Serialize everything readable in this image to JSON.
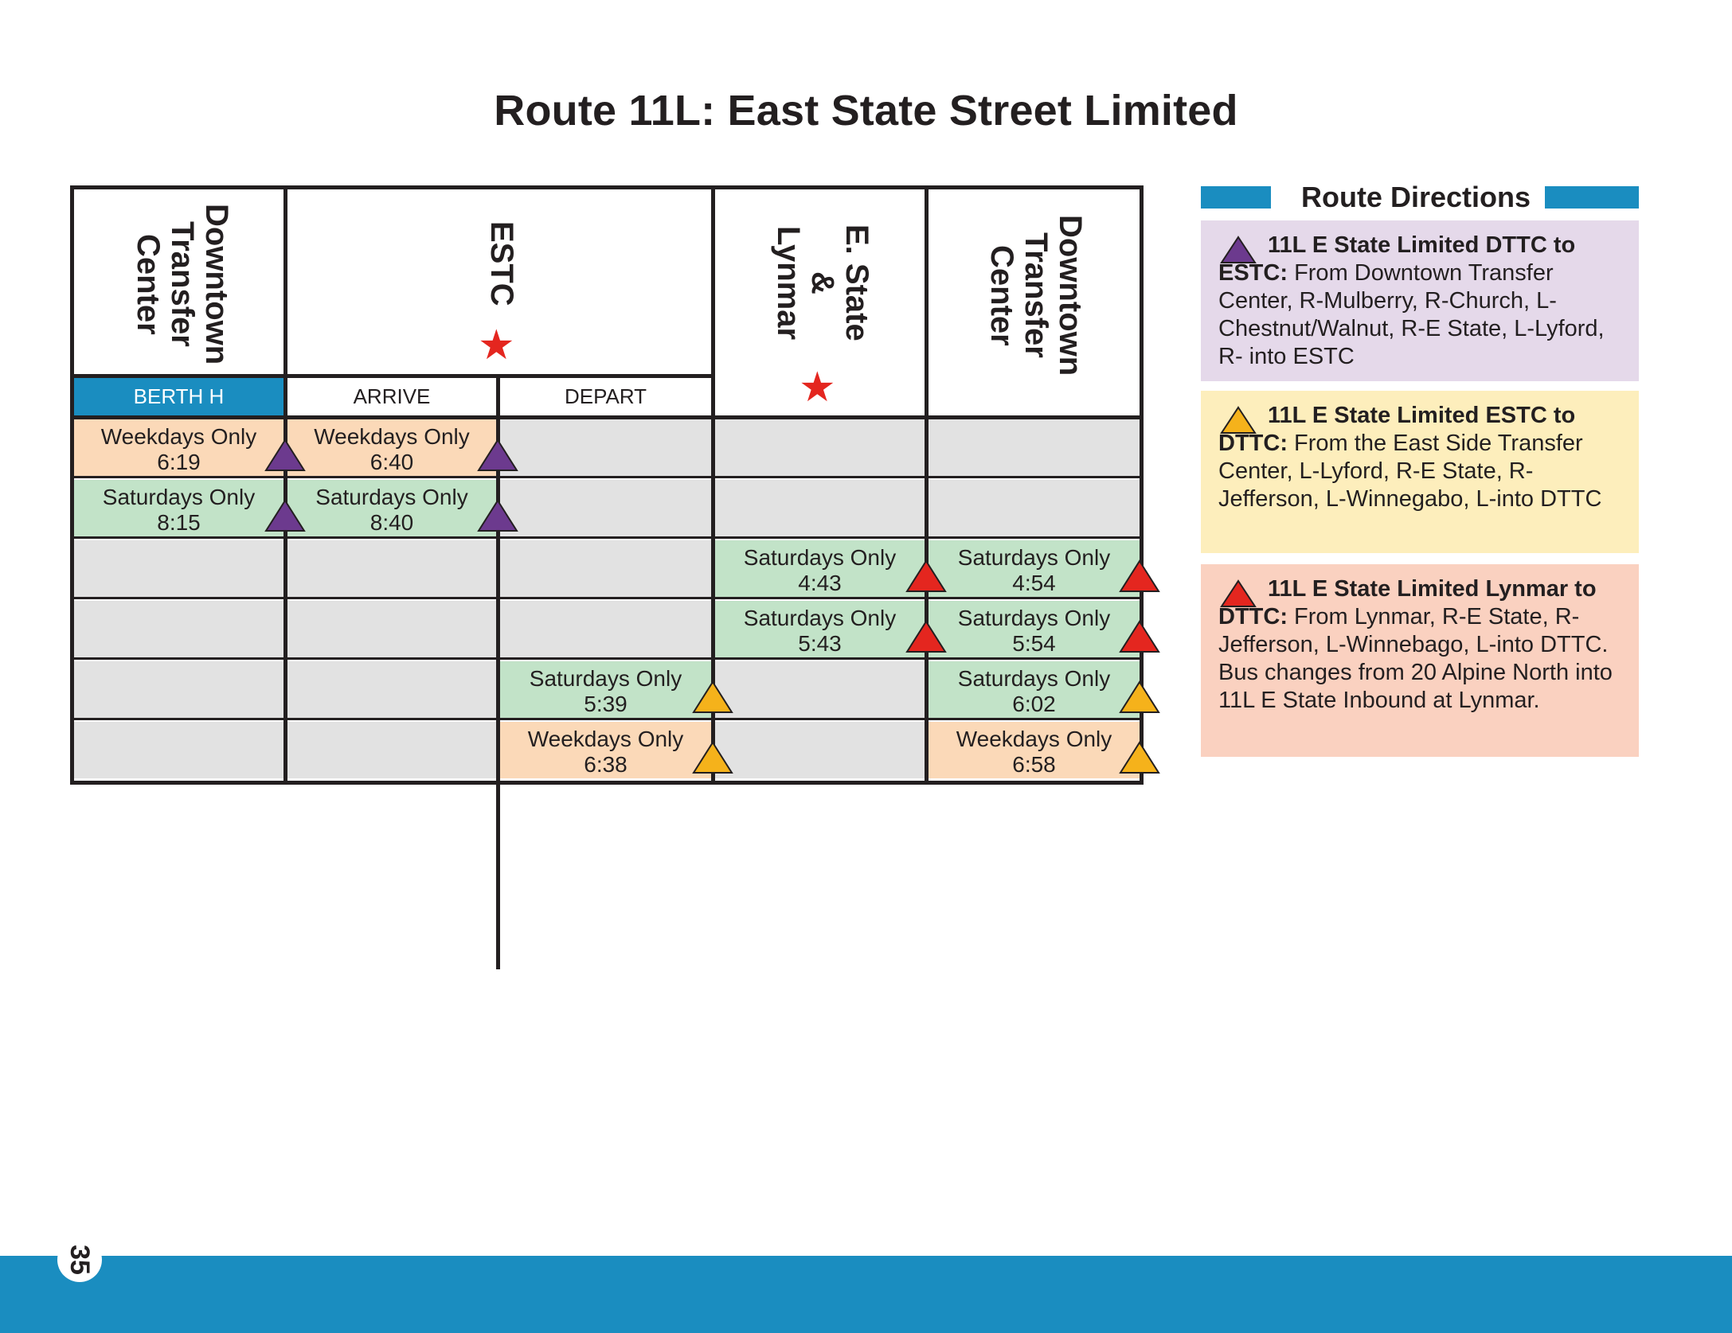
{
  "title": "Route 11L:  East State Street Limited",
  "colors": {
    "blue": "#1a8dc0",
    "purple": "#6c3a8e",
    "yellow": "#f5b21b",
    "red": "#e4261f",
    "grey_cell": "#e2e2e2",
    "peach_cell": "#fbd9b8",
    "green_cell": "#c2e3c8"
  },
  "timetable": {
    "columns": [
      {
        "label": "Downtown\nTransfer\nCenter",
        "sublabel": "BERTH H"
      },
      {
        "label": "ESTC",
        "sublabels": [
          "ARRIVE",
          "DEPART"
        ],
        "timepoint_icon": "red-star-icon"
      },
      {
        "label": "E. State\n&\nLynmar",
        "timepoint_icon": "red-star-icon"
      },
      {
        "label": "Downtown\nTransfer\nCenter"
      }
    ],
    "rows": [
      {
        "cells": [
          {
            "note": "Weekdays Only",
            "time": "6:19",
            "icon": "purple-triangle-icon"
          },
          {
            "note": "Weekdays Only",
            "time": "6:40",
            "icon": "purple-triangle-icon"
          },
          null,
          null,
          null
        ]
      },
      {
        "cells": [
          {
            "note": "Saturdays Only",
            "time": "8:15",
            "icon": "purple-triangle-icon"
          },
          {
            "note": "Saturdays Only",
            "time": "8:40",
            "icon": "purple-triangle-icon"
          },
          null,
          null,
          null
        ]
      },
      {
        "cells": [
          null,
          null,
          null,
          {
            "note": "Saturdays Only",
            "time": "4:43",
            "icon": "red-triangle-icon"
          },
          {
            "note": "Saturdays Only",
            "time": "4:54",
            "icon": "red-triangle-icon"
          }
        ]
      },
      {
        "cells": [
          null,
          null,
          null,
          {
            "note": "Saturdays Only",
            "time": "5:43",
            "icon": "red-triangle-icon"
          },
          {
            "note": "Saturdays Only",
            "time": "5:54",
            "icon": "red-triangle-icon"
          }
        ]
      },
      {
        "cells": [
          null,
          null,
          {
            "note": "Saturdays Only",
            "time": "5:39",
            "icon": "yellow-triangle-icon"
          },
          null,
          {
            "note": "Saturdays Only",
            "time": "6:02",
            "icon": "yellow-triangle-icon"
          }
        ]
      },
      {
        "cells": [
          null,
          null,
          {
            "note": "Weekdays Only",
            "time": "6:38",
            "icon": "yellow-triangle-icon"
          },
          null,
          {
            "note": "Weekdays Only",
            "time": "6:58",
            "icon": "yellow-triangle-icon"
          }
        ]
      }
    ]
  },
  "legend": {
    "title": "Route Directions",
    "items": [
      {
        "icon": "purple-triangle-icon",
        "heading": "11L E State Limited DTTC to ESTC:",
        "text": "From Downtown Transfer Center, R-Mulberry, R-Church, L-Chestnut/Walnut, R-E State, L-Lyford, R- into ESTC"
      },
      {
        "icon": "yellow-triangle-icon",
        "heading": "11L E State Limited ESTC to DTTC:",
        "text": "From the East Side Transfer Center, L-Lyford, R-E State, R-Jefferson, L-Winnegabo, L-into DTTC"
      },
      {
        "icon": "red-triangle-icon",
        "heading": "11L E State Limited Lynmar to DTTC:",
        "text": "From Lynmar, R-E State, R-Jefferson, L-Winnebago, L-into DTTC.  Bus changes from 20 Alpine North into 11L E State Inbound at Lynmar."
      }
    ]
  },
  "page_number": "35"
}
